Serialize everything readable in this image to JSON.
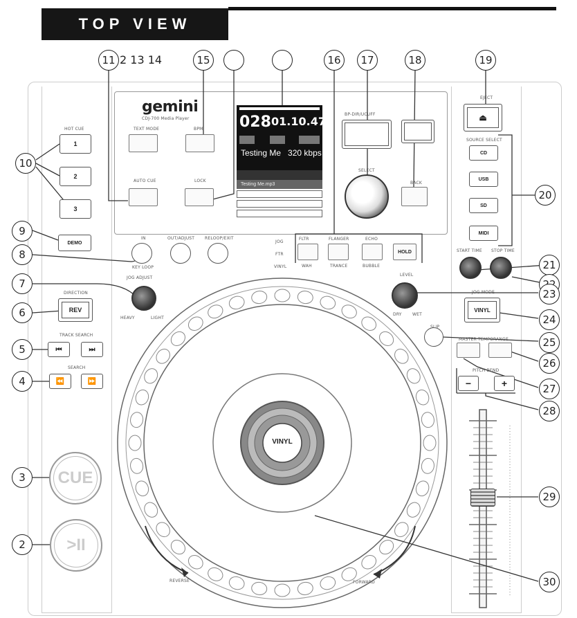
{
  "header": {
    "title": "TOP VIEW"
  },
  "brand": {
    "name": "gemini",
    "model": "CDJ-700 Media Player"
  },
  "display": {
    "track_number": "028",
    "time": "01.10.47",
    "title": "Testing Me",
    "bitrate": "320 kbps",
    "list_item": "Testing Me.mp3"
  },
  "controls": {
    "hot_cue": "HOT CUE",
    "hot_cue_buttons": [
      "1",
      "2",
      "3"
    ],
    "demo": "DEMO",
    "direction": "DIRECTION",
    "rev": "REV",
    "track_search": "TRACK SEARCH",
    "search": "SEARCH",
    "cue": "CUE",
    "play_pause": ">II",
    "text_mode": "TEXT MODE",
    "auto_cue": "AUTO CUE",
    "bpm": "BPM",
    "lock": "LOCK",
    "in": "IN",
    "out_adjust": "OUT/ADJUST",
    "reloop_exit": "RELOOP/EXIT",
    "key_loop": "KEY LOOP",
    "jog_adjust": "JOG ADJUST",
    "heavy": "HEAVY",
    "light": "LIGHT",
    "jog_scale": [
      "JOG",
      "FTR",
      "VINYL"
    ],
    "effects_top": [
      "FLTR",
      "FLANGER",
      "ECHO"
    ],
    "effects_bottom": [
      "WAH",
      "TRANCE",
      "BUBBLE"
    ],
    "hold": "HOLD",
    "level": "LEVEL",
    "dry": "DRY",
    "wet": "WET",
    "select": "SELECT",
    "back": "BACK",
    "bp_dir_ucuff": "BP-DIR/UCUFF",
    "eject": "EJECT",
    "source_select": "SOURCE SELECT",
    "sources": [
      "CD",
      "USB",
      "SD",
      "MIDI"
    ],
    "start_time": "START TIME",
    "stop_time": "STOP TIME",
    "jog_mode": "JOG MODE",
    "vinyl": "VINYL",
    "slip": "SLIP",
    "master_tempo": "MASTER TEMPO",
    "range": "RANGE",
    "pitch_bend": "PITCH BEND",
    "pitch_minus": "−",
    "pitch_plus": "+",
    "platter_label": "VINYL",
    "reverse_arrow": "REVERSE",
    "forward_arrow": "FORWARD"
  },
  "callouts": {
    "c2": "2",
    "c3": "3",
    "c4": "4",
    "c5": "5",
    "c6": "6",
    "c7": "7",
    "c8": "8",
    "c9": "9",
    "c10": "10",
    "c11": "11",
    "c12_13_14": "2 13 14",
    "c15": "15",
    "c16": "16",
    "c17": "17",
    "c18": "18",
    "c19": "19",
    "c20": "20",
    "c21": "21",
    "c22": "22",
    "c23": "23",
    "c24": "24",
    "c25": "25",
    "c26": "26",
    "c27": "27",
    "c28": "28",
    "c29": "29",
    "c30": "30"
  }
}
